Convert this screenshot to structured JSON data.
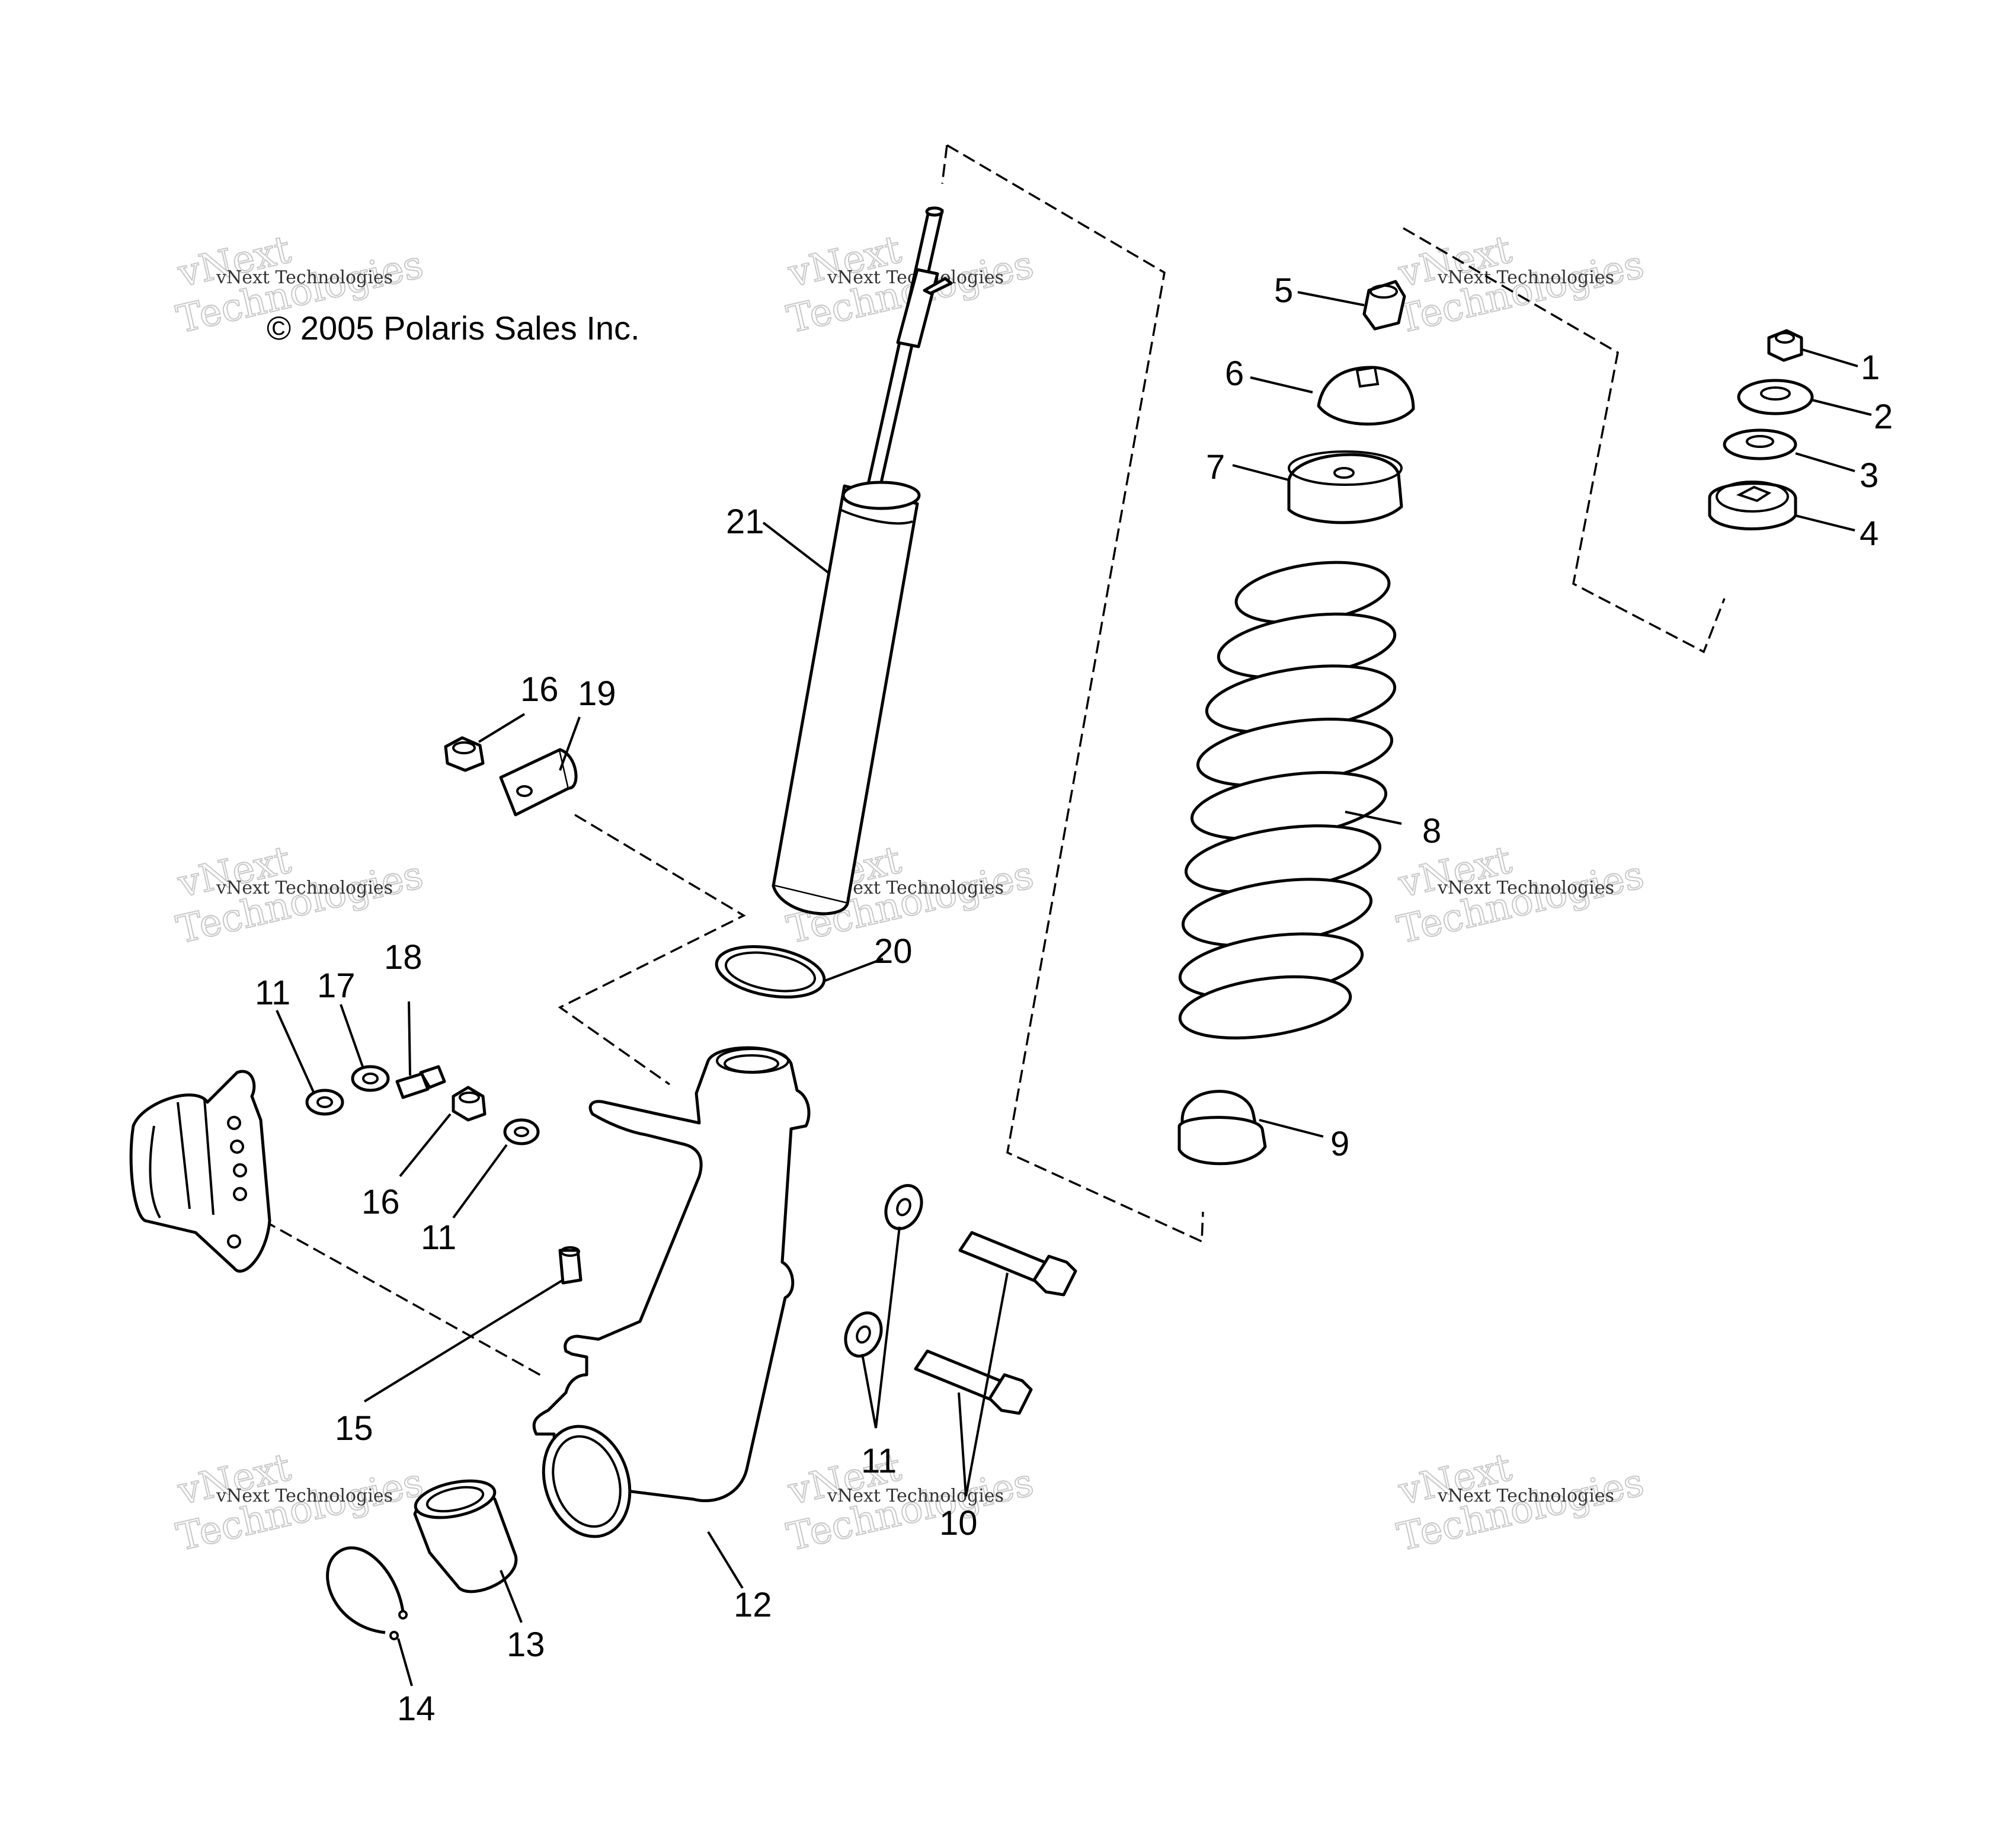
{
  "copyright": "© 2005 Polaris Sales Inc.",
  "watermark": {
    "line_small": "vNext Technologies",
    "line_top": "vNext",
    "line_bottom": "Technologies"
  },
  "callouts": {
    "p1": "1",
    "p2": "2",
    "p3": "3",
    "p4": "4",
    "p5": "5",
    "p6": "6",
    "p7": "7",
    "p8": "8",
    "p9": "9",
    "p10": "10",
    "p11a": "11",
    "p11b": "11",
    "p11c": "11",
    "p12": "12",
    "p13": "13",
    "p14": "14",
    "p15": "15",
    "p16a": "16",
    "p16b": "16",
    "p17": "17",
    "p18": "18",
    "p19": "19",
    "p20": "20",
    "p21": "21"
  }
}
